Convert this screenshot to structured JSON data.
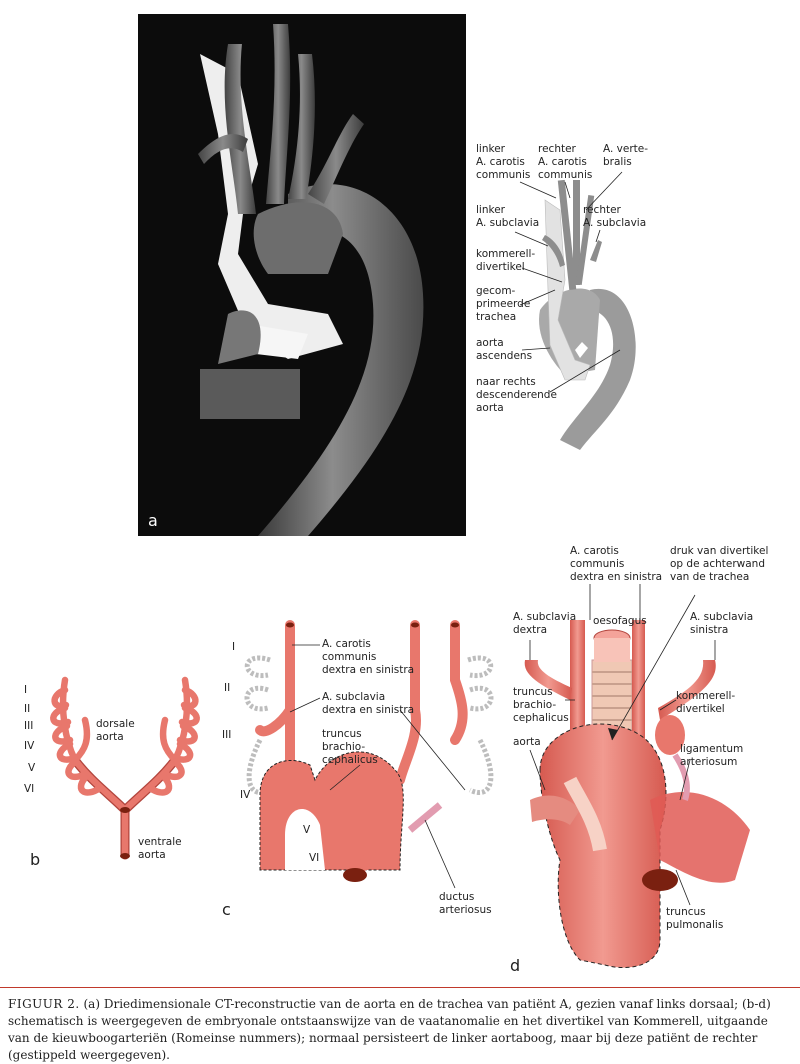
{
  "panel_a": {
    "letter": "a",
    "labels": {
      "linker_carotis": "linker\nA. carotis\ncommunis",
      "rechter_carotis": "rechter\nA. carotis\ncommunis",
      "vertebralis": "A. verte-\nbralis",
      "linker_subclavia": "linker\nA. subclavia",
      "rechter_subclavia": "rechter\nA. subclavia",
      "kommerell": "kommerell-\ndivertikel",
      "trachea": "gecom-\nprimeerde\ntrachea",
      "ascendens": "aorta\nascendens",
      "descenderende": "naar rechts\ndescenderende\naorta"
    }
  },
  "panel_b": {
    "letter": "b",
    "arch_numerals": [
      "I",
      "II",
      "III",
      "IV",
      "V",
      "VI"
    ],
    "labels": {
      "dorsale": "dorsale\naorta",
      "ventrale": "ventrale\naorta"
    }
  },
  "panel_c": {
    "letter": "c",
    "arch_numerals": [
      "I",
      "II",
      "III",
      "IV",
      "V",
      "VI"
    ],
    "labels": {
      "carotis": "A. carotis\ncommunis\ndextra en sinistra",
      "subclavia": "A. subclavia\ndextra en sinistra",
      "truncus": "truncus\nbrachio-\ncephalicus",
      "ductus": "ductus\narteriosus"
    }
  },
  "panel_d": {
    "letter": "d",
    "labels": {
      "carotis": "A. carotis\ncommunis\ndextra en sinistra",
      "druk": "druk van divertikel\nop de achterwand\nvan de trachea",
      "subclavia_dextra": "A. subclavia\ndextra",
      "oesofagus": "oesofagus",
      "subclavia_sinistra": "A. subclavia\nsinistra",
      "truncus": "truncus\nbrachio-\ncephalicus",
      "kommerell": "kommerell-\ndivertikel",
      "aorta": "aorta",
      "ligamentum": "ligamentum\narteriosum",
      "pulmonalis": "truncus\npulmonalis"
    }
  },
  "caption": {
    "prefix": "FIGUUR 2.",
    "text": " (a) Driedimensionale CT-reconstructie van de aorta en de trachea van patiënt A, gezien vanaf links dorsaal; (b-d) schematisch is weergegeven de embryonale ontstaanswijze van de vaatanomalie en het divertikel van Kommerell, uitgaande van de kieuwboogarteriën (Romeinse nummers); normaal persisteert de linker aortaboog, maar bij deze patiënt de rechter (gestippeld weergegeven)."
  },
  "colors": {
    "vessel": "#e8776c",
    "vessel_dark": "#b2453d",
    "accent_rule": "#c0392b",
    "gray_diag": "#9a9a9a"
  }
}
